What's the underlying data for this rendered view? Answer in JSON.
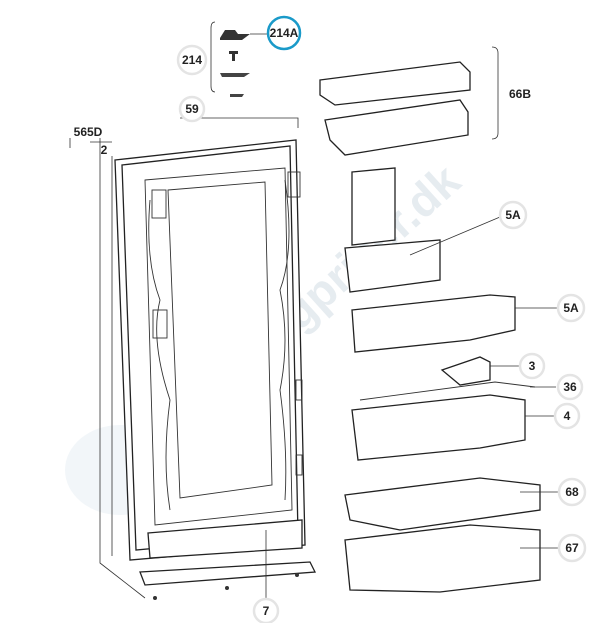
{
  "diagram": {
    "watermark": "campingpriser.dk",
    "highlight_color": "#1a9ac9",
    "callouts": [
      {
        "id": "214A",
        "highlighted": true
      },
      {
        "id": "214",
        "highlighted": false
      },
      {
        "id": "59",
        "highlighted": false
      },
      {
        "id": "565D",
        "highlighted": false
      },
      {
        "id": "2",
        "highlighted": false
      },
      {
        "id": "66B",
        "highlighted": false
      },
      {
        "id": "5A",
        "highlighted": false
      },
      {
        "id": "5A",
        "highlighted": false
      },
      {
        "id": "3",
        "highlighted": false
      },
      {
        "id": "36",
        "highlighted": false
      },
      {
        "id": "4",
        "highlighted": false
      },
      {
        "id": "68",
        "highlighted": false
      },
      {
        "id": "67",
        "highlighted": false
      },
      {
        "id": "7",
        "highlighted": false
      }
    ]
  }
}
